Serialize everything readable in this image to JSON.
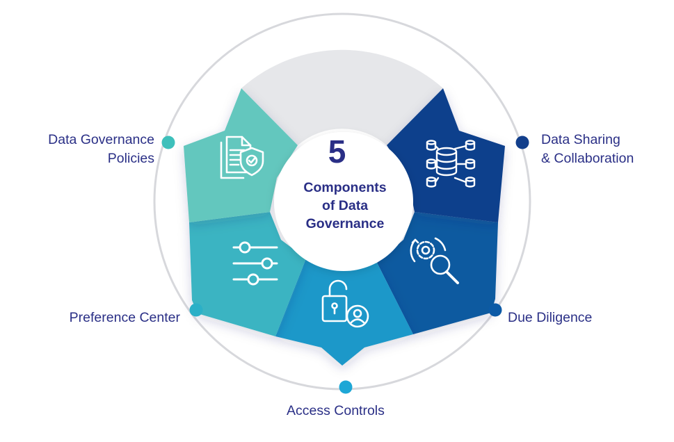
{
  "diagram": {
    "center": {
      "number": "5",
      "title_lines": [
        "Components",
        "of Data",
        "Governance"
      ]
    },
    "components": [
      {
        "id": "policies",
        "lines": [
          "Data Governance",
          "Policies"
        ],
        "color": "#63c7be",
        "icon": "documents-shield-icon"
      },
      {
        "id": "preference",
        "lines": [
          "Preference Center"
        ],
        "color": "#3bb4c2",
        "icon": "sliders-icon"
      },
      {
        "id": "access",
        "lines": [
          "Access Controls"
        ],
        "color": "#1e98c9",
        "icon": "padlock-user-icon"
      },
      {
        "id": "diligence",
        "lines": [
          "Due Diligence"
        ],
        "color": "#0a5aa0",
        "icon": "gear-magnifier-icon"
      },
      {
        "id": "sharing",
        "lines": [
          "Data Sharing",
          "& Collaboration"
        ],
        "color": "#103f8c",
        "icon": "database-network-icon"
      }
    ],
    "colors": {
      "text": "#2a2f86",
      "ring": "#d7d8dc",
      "empty_segment": "#e6e7ea"
    }
  }
}
